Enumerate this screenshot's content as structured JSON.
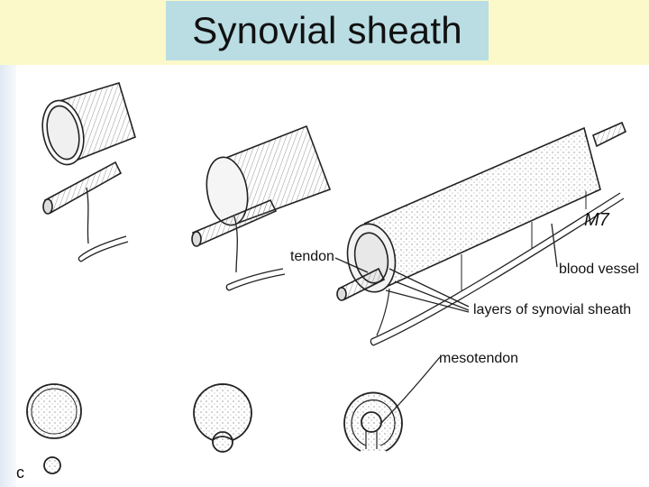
{
  "slide": {
    "title": "Synovial sheath"
  },
  "diagram": {
    "labels": {
      "tendon": "tendon",
      "blood_vessel": "blood vessel",
      "layers": "layers of synovial sheath",
      "mesotendon": "mesotendon",
      "panel_letter": "c",
      "signature": "M7"
    }
  }
}
